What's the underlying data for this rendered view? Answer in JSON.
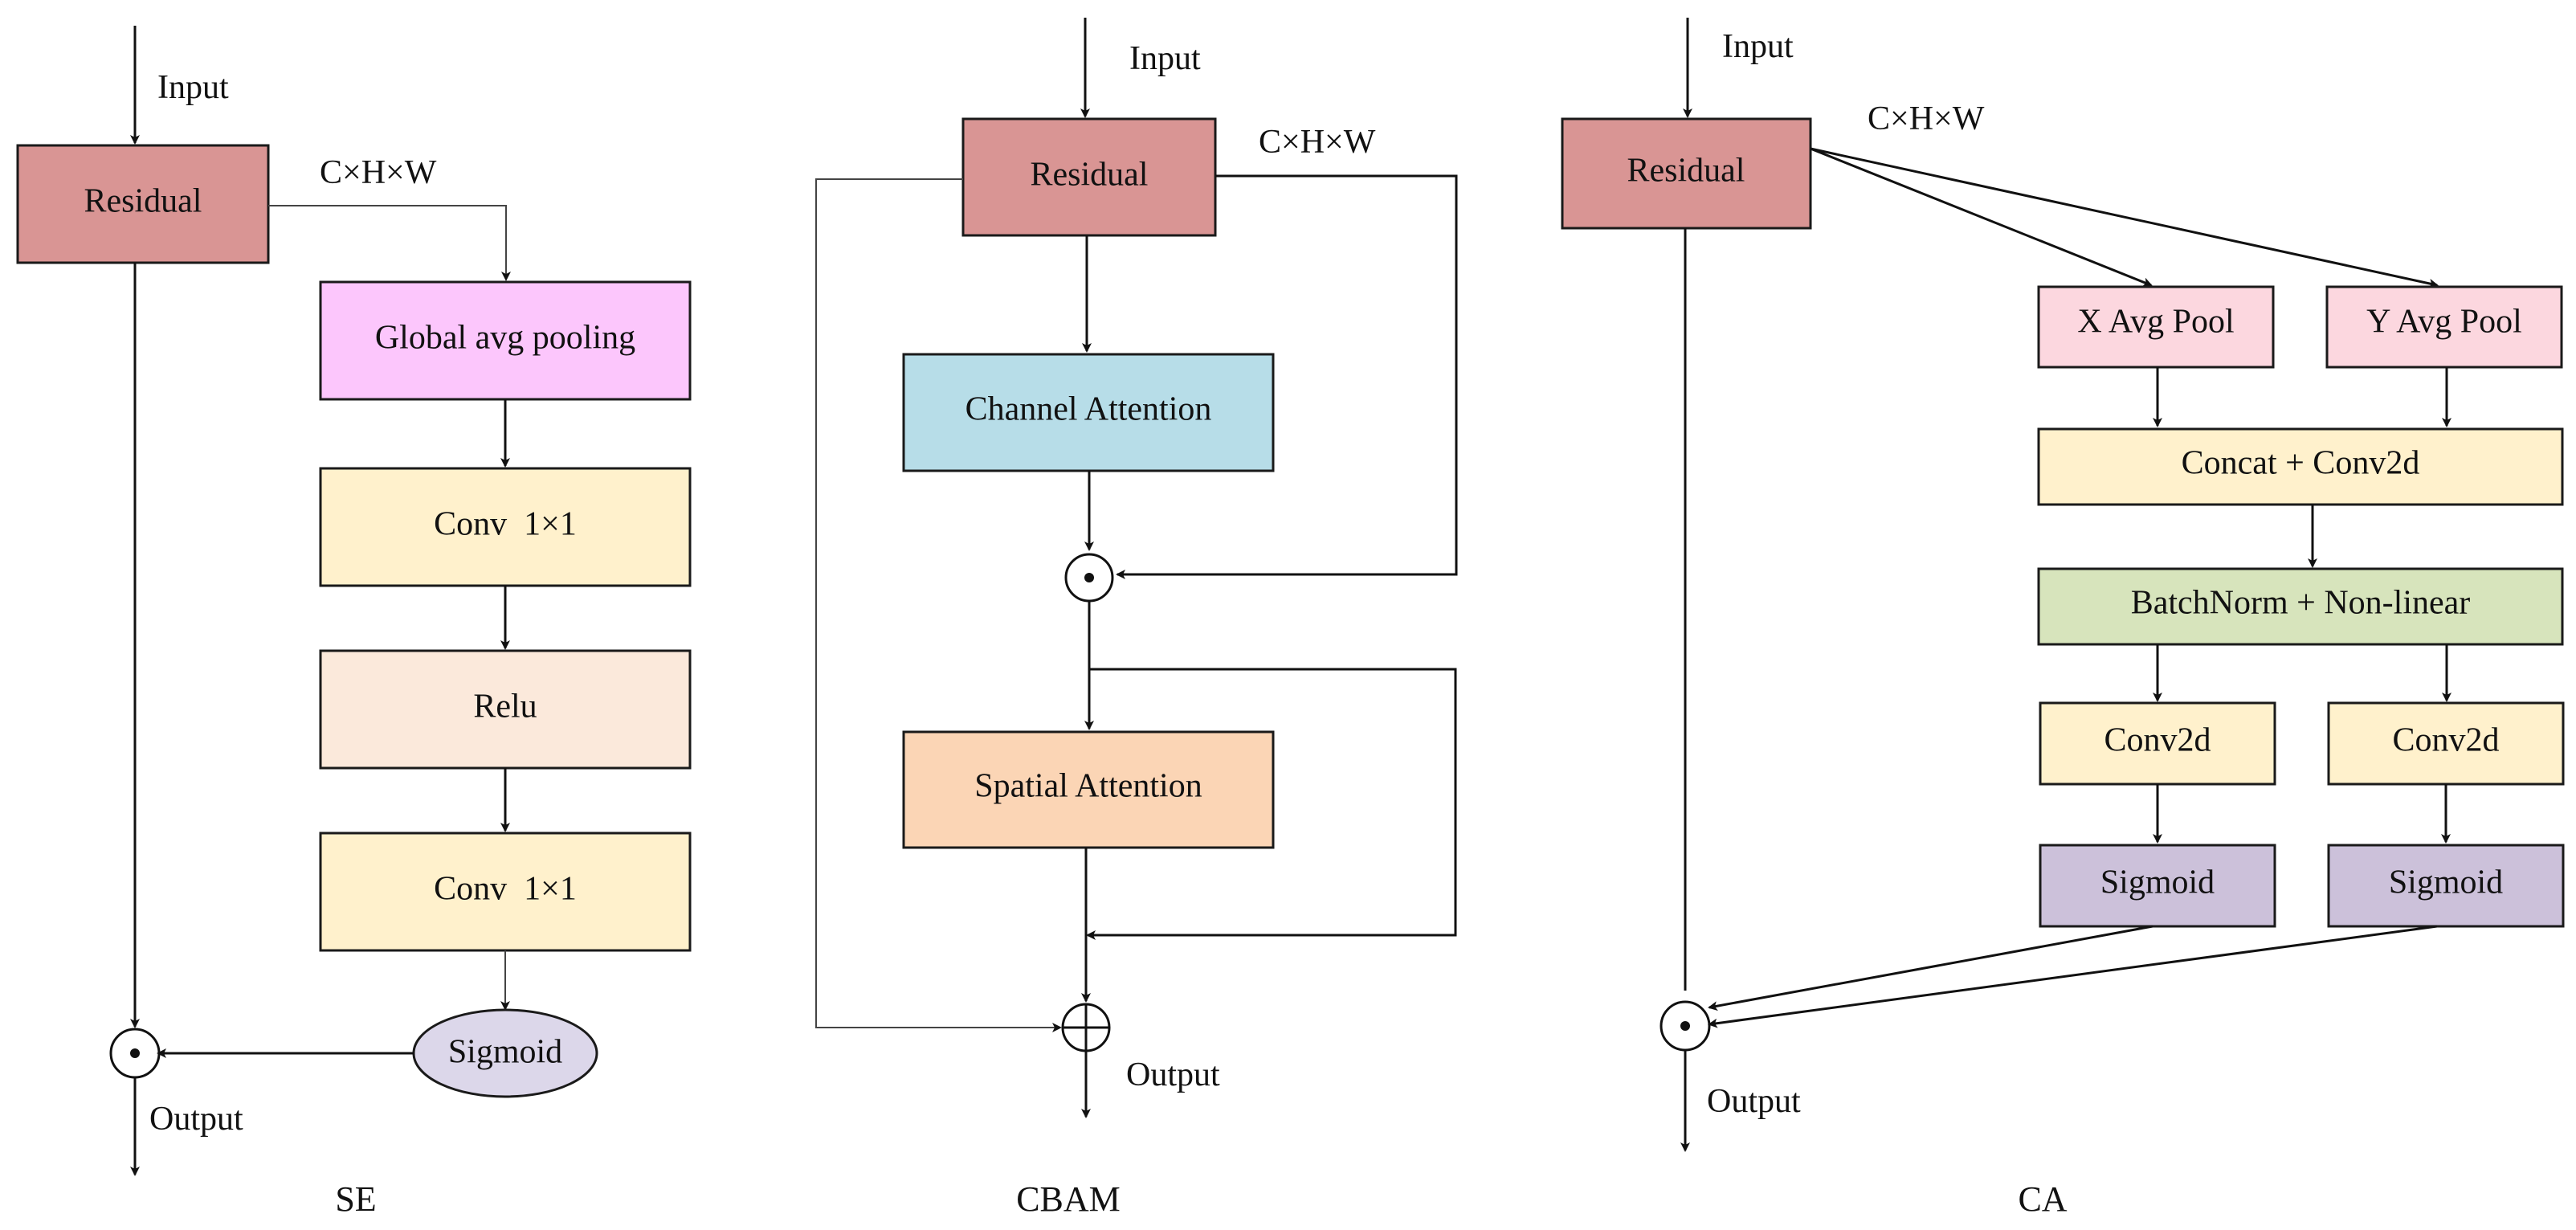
{
  "colors": {
    "residual": "#d99594",
    "pooling": "#fcc6fc",
    "conv": "#fff1cc",
    "relu": "#fbe9db",
    "sigmoid_se": "#dcd7ea",
    "channel_attention": "#b7dde8",
    "spatial_attention": "#fbd5b5",
    "avg_pool": "#fcd7df",
    "concat": "#fff1cc",
    "batchnorm": "#d7e4bc",
    "sigmoid_ca": "#ccc1da"
  },
  "se": {
    "caption": "SE",
    "input_label": "Input",
    "output_label": "Output",
    "shape_label": "C×H×W",
    "residual": "Residual",
    "pooling": "Global avg pooling",
    "conv1": "Conv  1×1",
    "relu": "Relu",
    "conv2": "Conv  1×1",
    "sigmoid": "Sigmoid",
    "multiply_symbol": "•"
  },
  "cbam": {
    "caption": "CBAM",
    "input_label": "Input",
    "output_label": "Output",
    "shape_label": "C×H×W",
    "residual": "Residual",
    "channel_attention": "Channel Attention",
    "spatial_attention": "Spatial Attention",
    "multiply_symbol": "•",
    "add_symbol": "+"
  },
  "ca": {
    "caption": "CA",
    "input_label": "Input",
    "output_label": "Output",
    "shape_label": "C×H×W",
    "residual": "Residual",
    "x_pool": "X Avg Pool",
    "y_pool": "Y Avg Pool",
    "concat": "Concat + Conv2d",
    "batchnorm": "BatchNorm + Non-linear",
    "conv_left": "Conv2d",
    "conv_right": "Conv2d",
    "sigmoid_left": "Sigmoid",
    "sigmoid_right": "Sigmoid",
    "multiply_symbol": "•"
  }
}
